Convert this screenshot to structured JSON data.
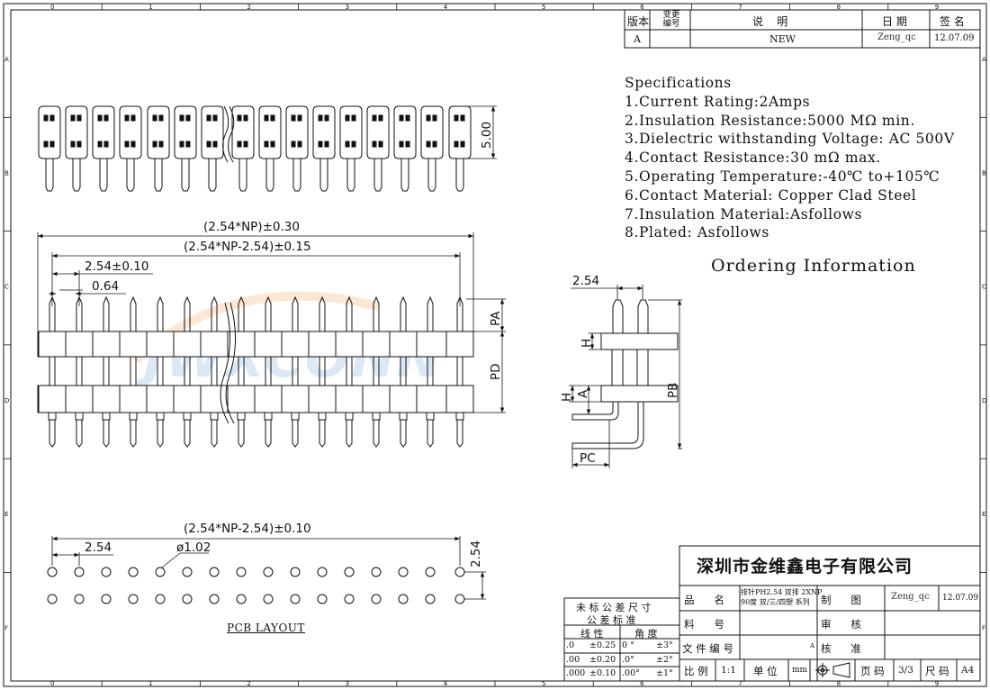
{
  "revision_table": {
    "headers": {
      "rev": "版本",
      "change_no": "变更\n编号",
      "desc": "说    明",
      "date": "日 期",
      "sign": "签 名"
    },
    "row": {
      "rev": "A",
      "desc": "NEW",
      "author": "Zeng_qc",
      "date": "12.07.09"
    }
  },
  "specifications": {
    "title": "Specifications",
    "items": [
      "1.Current Rating:2Amps",
      "2.Insulation Resistance:5000 MΩ min.",
      "3.Dielectric withstanding Voltage: AC 500V",
      "4.Contact Resistance:30 mΩ max.",
      "5.Operating Temperature:-40℃ to+105℃",
      "6.Contact Material: Copper Clad Steel",
      "7.Insulation Material:Asfollows",
      "8.Plated: Asfollows"
    ],
    "ordering": "Ordering Information"
  },
  "dimensions": {
    "top_height": "5.00",
    "overall": "(2.54*NP)±0.30",
    "pitch_span": "(2.54*NP-2.54)±0.15",
    "pitch": "2.54±0.10",
    "pin_width": "0.64",
    "pa": "PA",
    "pd": "PD",
    "side_pitch": "2.54",
    "h": "H",
    "a": "A",
    "pb": "PB",
    "pc": "PC",
    "pcb_span": "(2.54*NP-2.54)±0.10",
    "pcb_pitch": "2.54",
    "hole": "ø1.02",
    "row_pitch": "2.54",
    "pcb_layout": "PCB LAYOUT"
  },
  "frame": {
    "cols": [
      "0",
      "1",
      "2",
      "3",
      "4",
      "5",
      "6",
      "7",
      "8",
      "9"
    ],
    "rows": [
      "A",
      "B",
      "C",
      "D",
      "E",
      "F"
    ]
  },
  "title_block": {
    "company": "深圳市金维鑫电子有限公司",
    "tolerance": {
      "title1": "未 标 公 差 尺 寸",
      "title2": "公 差 标 准",
      "linear": "线 性",
      "angle": "角 度",
      "rows": [
        [
          ".0",
          "±0.25",
          "0 °",
          "±3°"
        ],
        [
          ".00",
          "±0.20",
          ".0°",
          "±2°"
        ],
        [
          ".000",
          "±0.10",
          ".00°",
          "±1°"
        ]
      ]
    },
    "product_label": "品      名",
    "product_value1": "排针PH2.54 双排 2XNP",
    "product_value2": "90度 双/三/四塑 系列",
    "material_label": "料      号",
    "doc_label": "文 件 编 号",
    "doc_suffix": "A",
    "drawn_label": "制      图",
    "drawn_by": "Zeng_qc",
    "drawn_date": "12.07.09",
    "check_label": "审      核",
    "approve_label": "核      准",
    "scale_label": "比 例",
    "scale": "1:1",
    "unit_label": "单 位",
    "unit": "mm",
    "page_label": "页 码",
    "page": "3/3",
    "size_label": "尺 码",
    "size": "A4"
  },
  "watermark": "JWXCONN"
}
